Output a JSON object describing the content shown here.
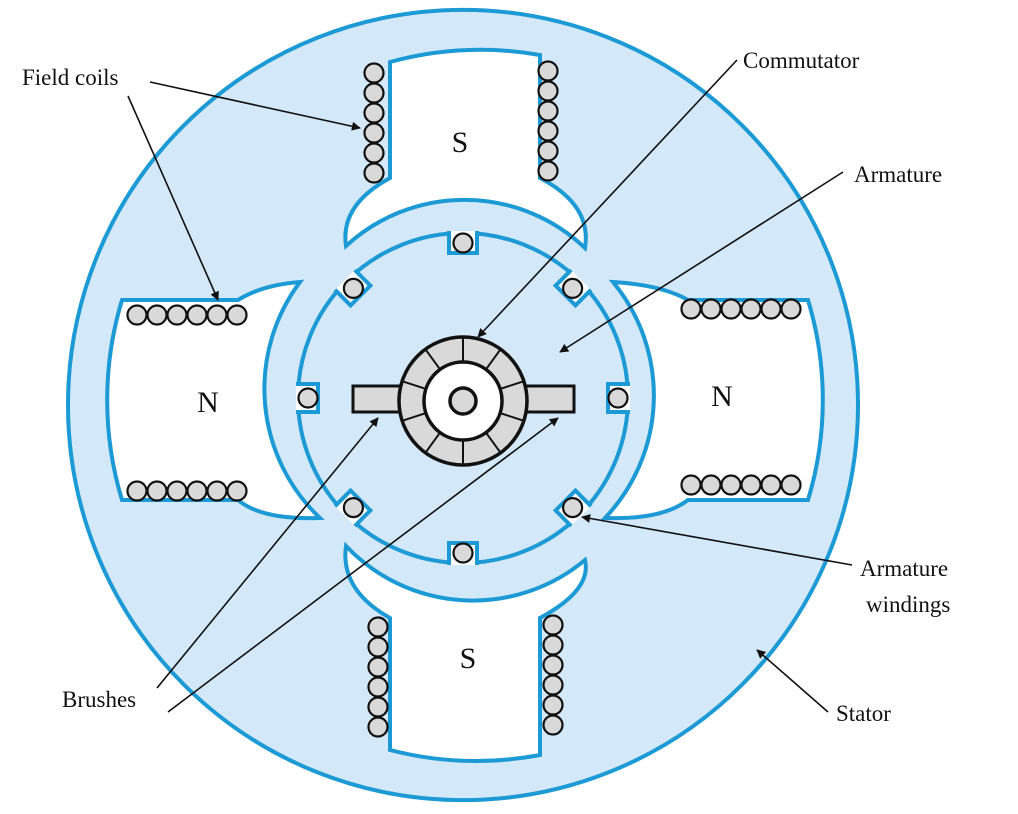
{
  "labels": {
    "field_coils": "Field coils",
    "commutator": "Commutator",
    "armature": "Armature",
    "armature_windings_line1": "Armature",
    "armature_windings_line2": "windings",
    "brushes": "Brushes",
    "stator": "Stator"
  },
  "poles": {
    "top": "S",
    "bottom": "S",
    "left": "N",
    "right": "N"
  },
  "colors": {
    "fill": "#d3e8f8",
    "stroke": "#1c9ad6",
    "coil": "#d9d9d9",
    "ink": "#111111"
  }
}
